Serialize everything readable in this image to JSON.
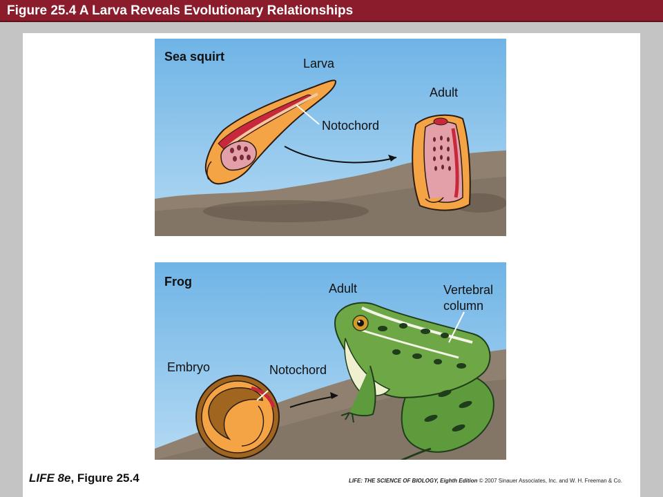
{
  "header": {
    "title": "Figure 25.4 A Larva Reveals Evolutionary Relationships"
  },
  "panels": {
    "sea_squirt": {
      "title": "Sea squirt",
      "labels": {
        "larva": "Larva",
        "notochord": "Notochord",
        "adult": "Adult"
      }
    },
    "frog": {
      "title": "Frog",
      "labels": {
        "adult": "Adult",
        "vertebral_line1": "Vertebral",
        "vertebral_line2": "column",
        "embryo": "Embryo",
        "notochord": "Notochord"
      }
    }
  },
  "footer": {
    "citation_book": "LIFE 8e",
    "citation_figure": ", Figure 25.4",
    "credit_bold": "LIFE: THE SCIENCE OF BIOLOGY, Eighth Edition",
    "credit_rest": "  © 2007 Sinauer Associates, Inc. and W. H. Freeman & Co."
  },
  "colors": {
    "title_bar": "#8a1c2b",
    "water": "#8ec5ec",
    "sediment": "#8c7d6c",
    "tissue_orange": "#f7a94a",
    "tissue_red": "#c8283a",
    "tissue_pink": "#e4a0a8",
    "frog_green": "#5e9b3c",
    "frog_dark": "#1f3d1a"
  }
}
